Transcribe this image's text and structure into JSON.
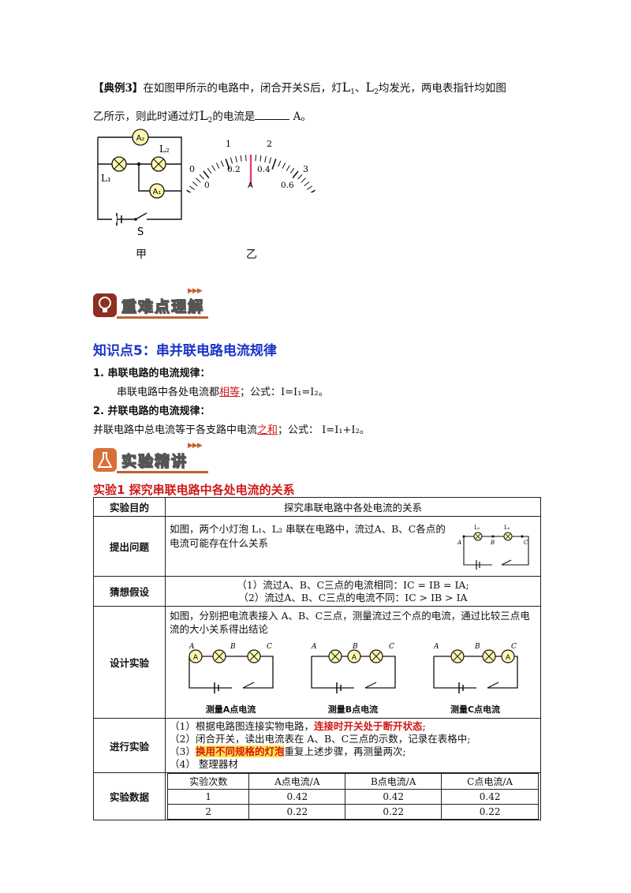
{
  "question": {
    "label": "【典例3】",
    "part1": "在如图甲所示的电路中，闭合开关S后，灯",
    "L1": "L",
    "L1sub": "1",
    "sep": "、",
    "L2": "L",
    "L2sub": "2",
    "part2": "均发光，两电表指针均如图",
    "line2a": "乙所示，则此时通过灯",
    "line2L": "L",
    "line2sub": "2",
    "line2b": "的电流是",
    "unit": "A。"
  },
  "fig_circuit": {
    "A2": "A₂",
    "A1": "A₁",
    "L1": "L₁",
    "L2": "L₂",
    "S": "S",
    "caption": "甲"
  },
  "fig_meter": {
    "caption": "乙",
    "upper": [
      "0",
      "1",
      "2",
      "3"
    ],
    "lower": [
      "0",
      "0.2",
      "0.4",
      "0.6"
    ],
    "center": "A"
  },
  "banner1": "重难点理解",
  "knowledge": {
    "title": "知识点5：串并联电路电流规律",
    "h1": "1. 串联电路的电流规律：",
    "p1a": "串联电路中各处电流都",
    "p1red": "相等",
    "p1b": "；公式：I=I₁=I₂。",
    "h2": "2. 并联电路的电流规律：",
    "p2a": "并联电路中总电流等于各支路中电流",
    "p2red": "之和",
    "p2b": "；公式： I=I₁+I₂。"
  },
  "banner2": "实验精讲",
  "experiment": {
    "title": "实验1   探究串联电路中各处电流的关系",
    "rows": {
      "purpose_label": "实验目的",
      "purpose": "探究串联电路中各处电流的关系",
      "question_label": "提出问题",
      "question": "如图，两个小灯泡 L₁、L₂ 串联在电路中，流过A、B、C各点的电流可能存在什么关系",
      "hypo_label": "猜想假设",
      "hypo1": "（1）流过A、B、C三点的电流相同：I",
      "hypo1tail": "C = IB = IA;",
      "hypo2": "（2）流过A、B、C三点的电流不同：I",
      "hypo2tail": "C > IB > IA",
      "design_label": "设计实验",
      "design": "如图，分别把电流表接入 A、B、C三点，测量流过三个点的电流，通过比较三点电流的大小关系得出结论",
      "design_caps": [
        "测量A点电流",
        "测量B点电流",
        "测量C点电流"
      ],
      "do_label": "进行实验",
      "step1a": "（1）根据电路图连接实物电路，",
      "step1red": "连接时开关处于断开状态",
      "step1b": ";",
      "step2": "（2）闭合开关，读出电流表在 A、B、C三点的示数，记录在表格中;",
      "step3a": "（3）",
      "step3hl": "换用不同规格的灯泡",
      "step3b": "重复上述步骤，再测量两次;",
      "step4": "（4）  整理器材",
      "data_label": "实验数据"
    },
    "table": {
      "headers": [
        "实验次数",
        "A点电流/A",
        "B点电流/A",
        "C点电流/A"
      ],
      "rows": [
        [
          "1",
          "0.42",
          "0.42",
          "0.42"
        ],
        [
          "2",
          "0.22",
          "0.22",
          "0.22"
        ]
      ]
    }
  }
}
